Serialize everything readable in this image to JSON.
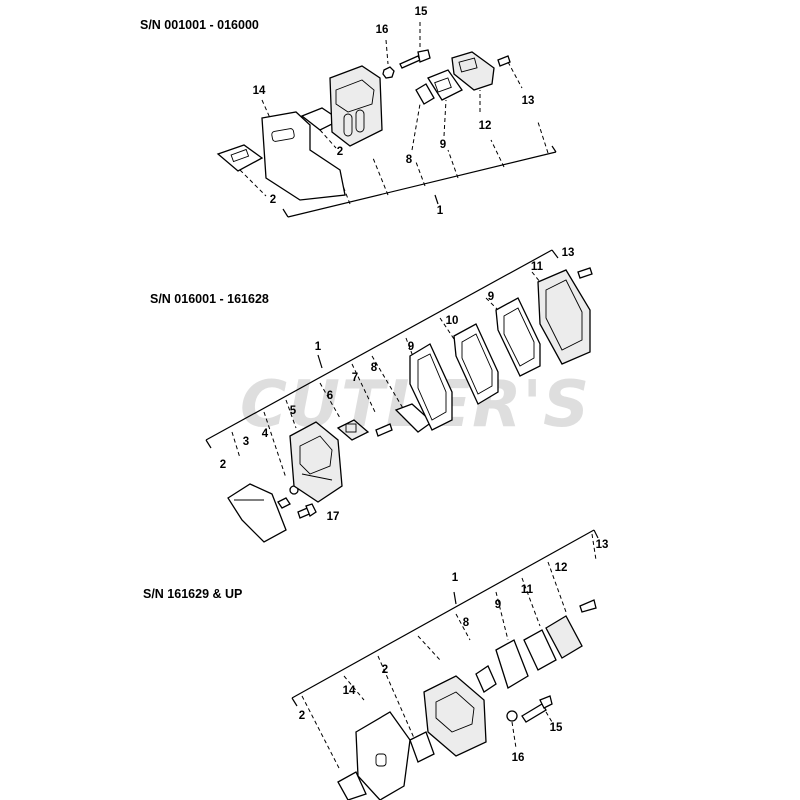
{
  "watermark": "CUTLER'S",
  "sections": [
    {
      "serial_label": "S/N 001001 - 016000",
      "callouts": [
        "15",
        "16",
        "13",
        "14",
        "12",
        "2",
        "8",
        "9",
        "2",
        "1"
      ]
    },
    {
      "serial_label": "S/N 016001 - 161628",
      "callouts": [
        "13",
        "11",
        "9",
        "10",
        "1",
        "9",
        "8",
        "7",
        "6",
        "5",
        "3",
        "4",
        "2",
        "17"
      ]
    },
    {
      "serial_label": "S/N 161629 & UP",
      "callouts": [
        "13",
        "1",
        "12",
        "11",
        "9",
        "8",
        "2",
        "14",
        "2",
        "15",
        "16"
      ]
    }
  ]
}
